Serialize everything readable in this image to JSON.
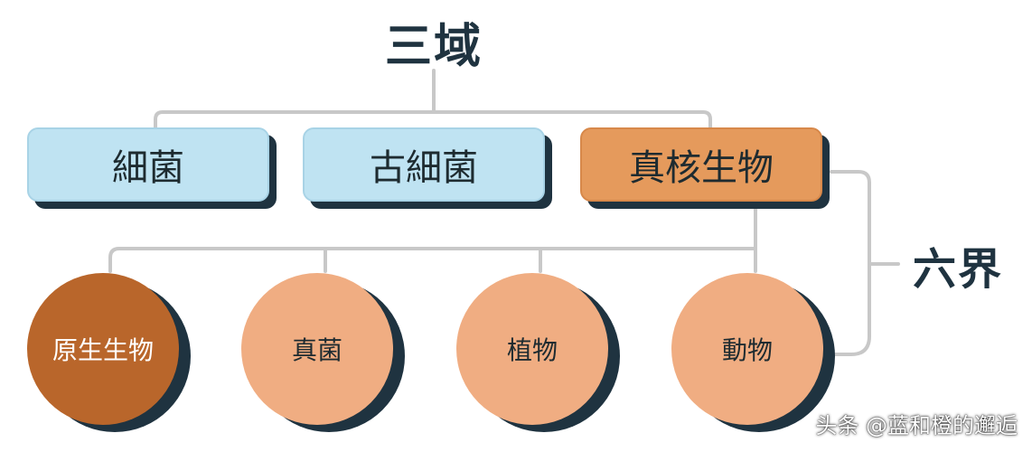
{
  "diagram": {
    "title": "三域",
    "group_label": "六界",
    "domains": [
      {
        "label": "細菌",
        "color": "#bfe3f2"
      },
      {
        "label": "古細菌",
        "color": "#bfe3f2"
      },
      {
        "label": "真核生物",
        "color": "#e59a5c"
      }
    ],
    "kingdoms": [
      {
        "label": "原生生物",
        "color": "#b9662b"
      },
      {
        "label": "真菌",
        "color": "#f0ad82"
      },
      {
        "label": "植物",
        "color": "#f0ad82"
      },
      {
        "label": "動物",
        "color": "#f0ad82"
      }
    ],
    "line_color": "#c8c8c8"
  },
  "watermark": "头条 @蓝和橙的邂逅"
}
